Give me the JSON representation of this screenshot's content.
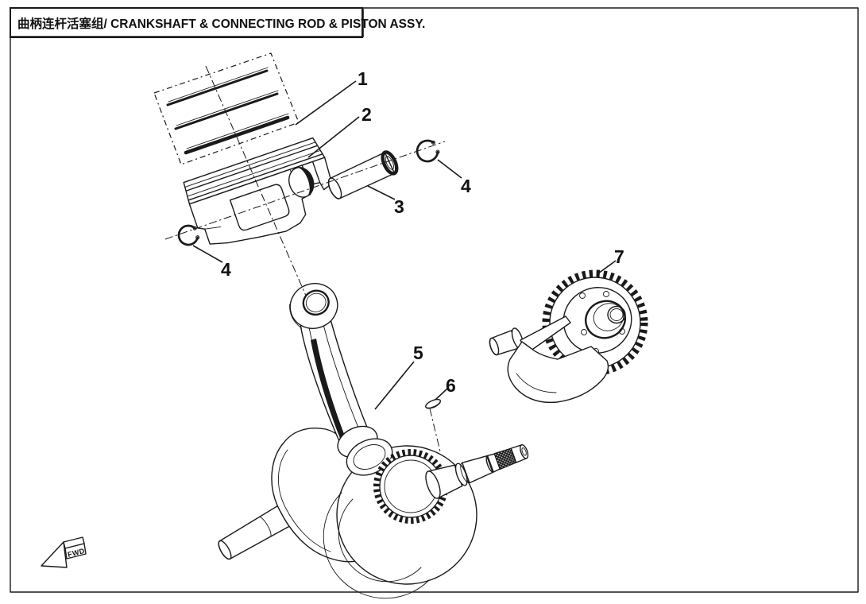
{
  "page": {
    "background_color": "#ffffff",
    "line_color": "#1a1a1a"
  },
  "header": {
    "title": "曲柄连杆活塞组/ CRANKSHAFT & CONNECTING ROD & PISTON ASSY."
  },
  "callouts": {
    "c1": "1",
    "c2": "2",
    "c3": "3",
    "c4a": "4",
    "c4b": "4",
    "c5": "5",
    "c6": "6",
    "c7": "7"
  },
  "orientation": {
    "fwd_label": "FWD"
  }
}
